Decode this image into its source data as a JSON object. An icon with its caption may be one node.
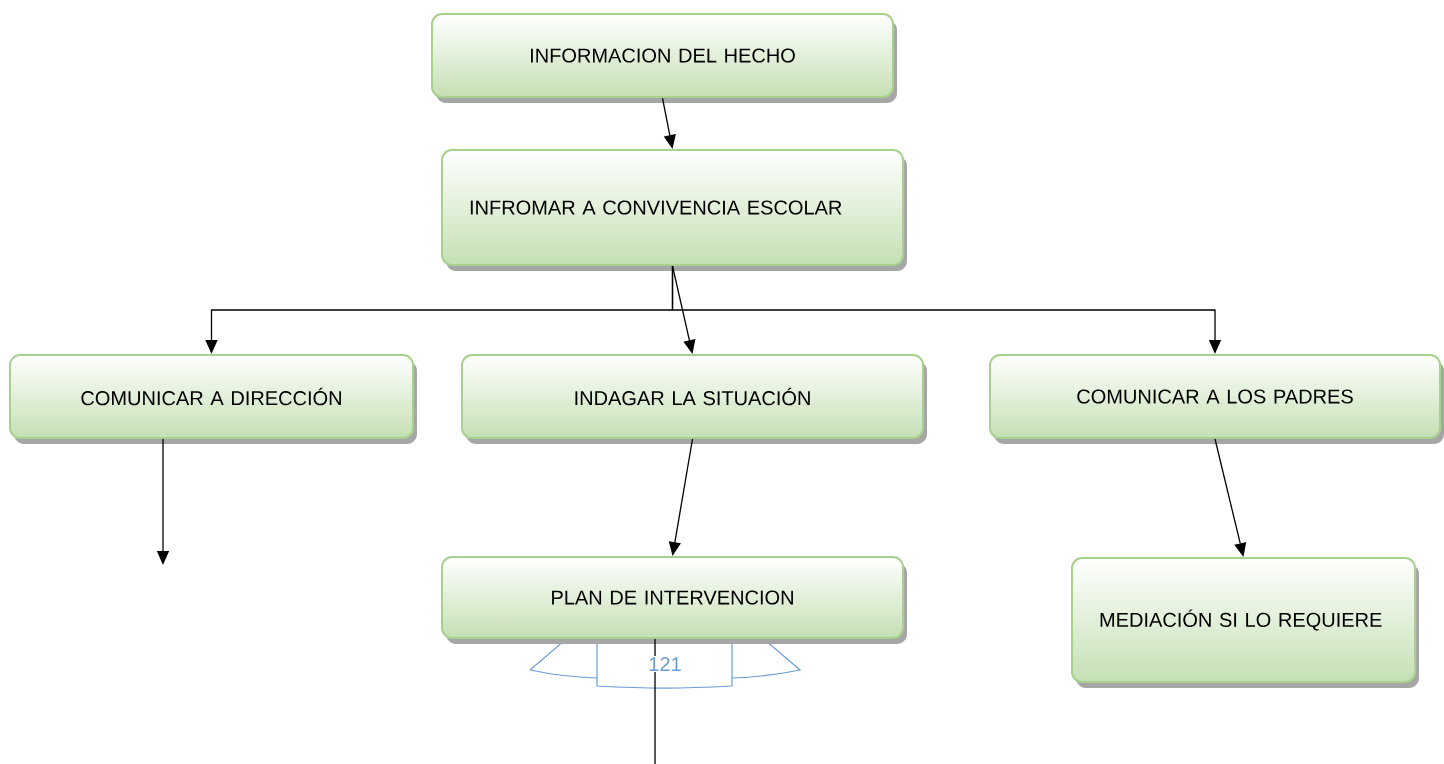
{
  "diagram": {
    "nodes": [
      {
        "text": [
          "INFORMACION DEL HECHO"
        ]
      },
      {
        "text": [
          "INFROMAR A CONVIVENCIA ESCOLAR"
        ]
      },
      {
        "text": [
          "COMUNICAR A DIRECCIÓN"
        ]
      },
      {
        "text": [
          "INDAGAR LA SITUACIÓN"
        ]
      },
      {
        "text": [
          "COMUNICAR A LOS PADRES"
        ]
      },
      {
        "text": [
          "PLAN DE INTERVENCION"
        ]
      },
      {
        "text": [
          "MEDIACIÓN SI LO REQUIERE"
        ]
      }
    ],
    "edges": [
      {
        "from": 0,
        "to": 1,
        "arrow": "to"
      },
      {
        "from": 1,
        "to": 2,
        "arrow": "to"
      },
      {
        "from": 1,
        "to": 3,
        "arrow": "to"
      },
      {
        "from": 1,
        "to": 4,
        "arrow": "to"
      },
      {
        "from": 2,
        "to": null,
        "arrow": "to"
      },
      {
        "from": 3,
        "to": 5,
        "arrow": "to"
      },
      {
        "from": 4,
        "to": 6,
        "arrow": "to"
      },
      {
        "from": 5,
        "to": null,
        "arrow": "none"
      }
    ],
    "labels": [
      "121"
    ]
  }
}
